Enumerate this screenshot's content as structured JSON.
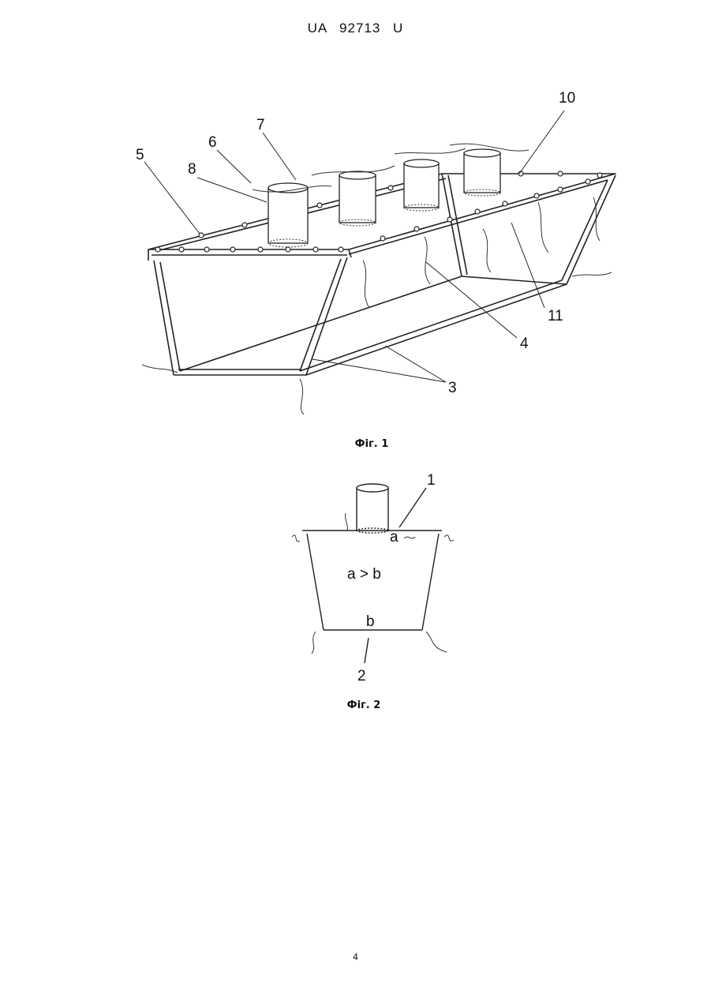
{
  "header": {
    "doc_number": "UA   92713   U"
  },
  "figure1": {
    "caption": "Фіг. 1",
    "labels": {
      "l5": "5",
      "l6": "6",
      "l7": "7",
      "l8": "8",
      "l10": "10",
      "l11": "11",
      "l4": "4",
      "l3": "3"
    }
  },
  "figure2": {
    "caption": "Фіг. 2",
    "labels": {
      "l1": "1",
      "l2": "2",
      "a": "a",
      "b": "b",
      "relation": "a > b"
    }
  },
  "footer": {
    "page_number": "4"
  }
}
